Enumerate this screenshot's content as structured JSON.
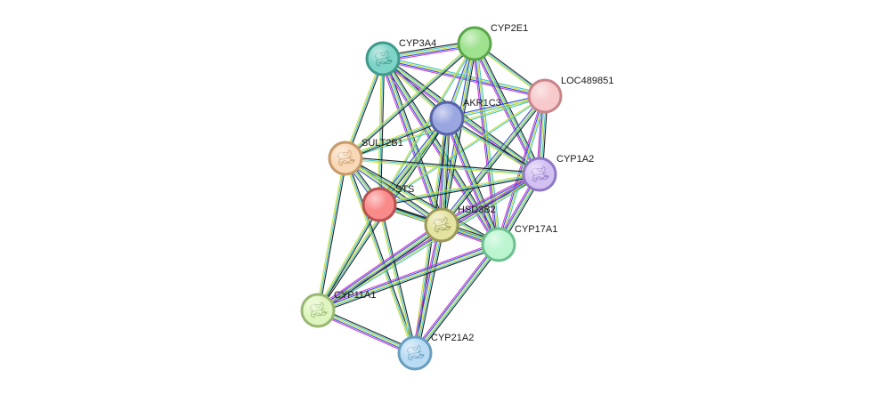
{
  "network": {
    "nodes": [
      {
        "id": "CYP3A4",
        "label": "CYP3A4",
        "fill": "#7fd4c8",
        "stroke": "#3f9a8c",
        "structure": true
      },
      {
        "id": "CYP2E1",
        "label": "CYP2E1",
        "fill": "#9ee28e",
        "stroke": "#5aa84a",
        "structure": false
      },
      {
        "id": "LOC489851",
        "label": "LOC489851",
        "fill": "#f7c9cb",
        "stroke": "#c8858a",
        "structure": false
      },
      {
        "id": "AKR1C3",
        "label": "AKR1C3",
        "fill": "#9aa6e0",
        "stroke": "#5863a8",
        "structure": false
      },
      {
        "id": "SULT2B1",
        "label": "SULT2B1",
        "fill": "#f8d8b6",
        "stroke": "#c89a6a",
        "structure": true
      },
      {
        "id": "CYP1A2",
        "label": "CYP1A2",
        "fill": "#d3c0f3",
        "stroke": "#8f78c4",
        "structure": true
      },
      {
        "id": "STS",
        "label": "STS",
        "fill": "#f98a8a",
        "stroke": "#b95050",
        "structure": false
      },
      {
        "id": "HSD3B2",
        "label": "HSD3B2",
        "fill": "#e5e3a0",
        "stroke": "#9a985a",
        "structure": true
      },
      {
        "id": "CYP17A1",
        "label": "CYP17A1",
        "fill": "#baf5d0",
        "stroke": "#6cc08e",
        "structure": false
      },
      {
        "id": "CYP11A1",
        "label": "CYP11A1",
        "fill": "#dff5bf",
        "stroke": "#98b872",
        "structure": true
      },
      {
        "id": "CYP21A2",
        "label": "CYP21A2",
        "fill": "#b9dcf4",
        "stroke": "#6a9ec0",
        "structure": true
      }
    ],
    "edges": [
      {
        "source": "CYP3A4",
        "target": "CYP2E1",
        "colors": [
          "#222222",
          "#4bc3c3",
          "#c8e040",
          "#3050e0",
          "#d040d0"
        ]
      },
      {
        "source": "CYP3A4",
        "target": "LOC489851",
        "colors": [
          "#4bc3c3",
          "#c8e040",
          "#3050e0",
          "#d040d0"
        ]
      },
      {
        "source": "CYP3A4",
        "target": "AKR1C3",
        "colors": [
          "#222222",
          "#4bc3c3",
          "#c8e040"
        ]
      },
      {
        "source": "CYP3A4",
        "target": "SULT2B1",
        "colors": [
          "#222222",
          "#4bc3c3",
          "#c8e040"
        ]
      },
      {
        "source": "CYP3A4",
        "target": "CYP1A2",
        "colors": [
          "#222222",
          "#4bc3c3",
          "#c8e040",
          "#3050e0",
          "#d040d0"
        ]
      },
      {
        "source": "CYP3A4",
        "target": "STS",
        "colors": [
          "#222222",
          "#4bc3c3",
          "#c8e040"
        ]
      },
      {
        "source": "CYP3A4",
        "target": "HSD3B2",
        "colors": [
          "#222222",
          "#4bc3c3",
          "#c8e040",
          "#3050e0",
          "#d040d0"
        ]
      },
      {
        "source": "CYP3A4",
        "target": "CYP17A1",
        "colors": [
          "#222222",
          "#4bc3c3",
          "#c8e040",
          "#3050e0",
          "#d040d0"
        ]
      },
      {
        "source": "CYP2E1",
        "target": "LOC489851",
        "colors": [
          "#222222",
          "#4bc3c3",
          "#c8e040"
        ]
      },
      {
        "source": "CYP2E1",
        "target": "AKR1C3",
        "colors": [
          "#4bc3c3",
          "#c8e040",
          "#3050e0"
        ]
      },
      {
        "source": "CYP2E1",
        "target": "SULT2B1",
        "colors": [
          "#222222",
          "#4bc3c3",
          "#c8e040"
        ]
      },
      {
        "source": "CYP2E1",
        "target": "CYP1A2",
        "colors": [
          "#222222",
          "#4bc3c3",
          "#c8e040",
          "#3050e0",
          "#d040d0"
        ]
      },
      {
        "source": "CYP2E1",
        "target": "STS",
        "colors": [
          "#4bc3c3",
          "#c8e040"
        ]
      },
      {
        "source": "CYP2E1",
        "target": "HSD3B2",
        "colors": [
          "#222222",
          "#4bc3c3",
          "#c8e040",
          "#3050e0"
        ]
      },
      {
        "source": "CYP2E1",
        "target": "CYP17A1",
        "colors": [
          "#4bc3c3",
          "#c8e040",
          "#3050e0",
          "#d040d0"
        ]
      },
      {
        "source": "LOC489851",
        "target": "AKR1C3",
        "colors": [
          "#4bc3c3",
          "#c8e040",
          "#3050e0"
        ]
      },
      {
        "source": "LOC489851",
        "target": "SULT2B1",
        "colors": [
          "#4bc3c3",
          "#c8e040"
        ]
      },
      {
        "source": "LOC489851",
        "target": "CYP1A2",
        "colors": [
          "#222222",
          "#4bc3c3",
          "#c8e040",
          "#3050e0",
          "#d040d0"
        ]
      },
      {
        "source": "LOC489851",
        "target": "STS",
        "colors": [
          "#4bc3c3",
          "#c8e040"
        ]
      },
      {
        "source": "LOC489851",
        "target": "HSD3B2",
        "colors": [
          "#222222",
          "#4bc3c3",
          "#c8e040",
          "#3050e0"
        ]
      },
      {
        "source": "LOC489851",
        "target": "CYP17A1",
        "colors": [
          "#4bc3c3",
          "#c8e040",
          "#3050e0",
          "#d040d0"
        ]
      },
      {
        "source": "AKR1C3",
        "target": "SULT2B1",
        "colors": [
          "#222222",
          "#4bc3c3",
          "#c8e040"
        ]
      },
      {
        "source": "AKR1C3",
        "target": "CYP1A2",
        "colors": [
          "#222222",
          "#4bc3c3",
          "#c8e040"
        ]
      },
      {
        "source": "AKR1C3",
        "target": "STS",
        "colors": [
          "#222222",
          "#4bc3c3",
          "#c8e040",
          "#3050e0"
        ]
      },
      {
        "source": "AKR1C3",
        "target": "HSD3B2",
        "colors": [
          "#222222",
          "#4bc3c3",
          "#c8e040",
          "#3050e0",
          "#d040d0"
        ]
      },
      {
        "source": "AKR1C3",
        "target": "CYP17A1",
        "colors": [
          "#222222",
          "#4bc3c3",
          "#c8e040",
          "#3050e0",
          "#d040d0"
        ]
      },
      {
        "source": "AKR1C3",
        "target": "CYP11A1",
        "colors": [
          "#222222",
          "#4bc3c3",
          "#c8e040"
        ]
      },
      {
        "source": "AKR1C3",
        "target": "CYP21A2",
        "colors": [
          "#222222",
          "#4bc3c3",
          "#c8e040"
        ]
      },
      {
        "source": "SULT2B1",
        "target": "CYP1A2",
        "colors": [
          "#222222",
          "#4bc3c3",
          "#c8e040"
        ]
      },
      {
        "source": "SULT2B1",
        "target": "STS",
        "colors": [
          "#222222",
          "#4bc3c3",
          "#c8e040",
          "#3050e0"
        ]
      },
      {
        "source": "SULT2B1",
        "target": "HSD3B2",
        "colors": [
          "#222222",
          "#4bc3c3",
          "#c8e040",
          "#3050e0"
        ]
      },
      {
        "source": "SULT2B1",
        "target": "CYP17A1",
        "colors": [
          "#222222",
          "#4bc3c3",
          "#c8e040"
        ]
      },
      {
        "source": "SULT2B1",
        "target": "CYP11A1",
        "colors": [
          "#222222",
          "#4bc3c3",
          "#c8e040"
        ]
      },
      {
        "source": "SULT2B1",
        "target": "CYP21A2",
        "colors": [
          "#222222",
          "#4bc3c3",
          "#c8e040"
        ]
      },
      {
        "source": "CYP1A2",
        "target": "STS",
        "colors": [
          "#222222",
          "#4bc3c3",
          "#c8e040"
        ]
      },
      {
        "source": "CYP1A2",
        "target": "HSD3B2",
        "colors": [
          "#222222",
          "#4bc3c3",
          "#c8e040",
          "#3050e0",
          "#d040d0"
        ]
      },
      {
        "source": "CYP1A2",
        "target": "CYP17A1",
        "colors": [
          "#222222",
          "#4bc3c3",
          "#c8e040",
          "#3050e0",
          "#d040d0"
        ]
      },
      {
        "source": "CYP1A2",
        "target": "CYP11A1",
        "colors": [
          "#4bc3c3",
          "#c8e040",
          "#3050e0",
          "#d040d0"
        ]
      },
      {
        "source": "STS",
        "target": "HSD3B2",
        "colors": [
          "#222222",
          "#4bc3c3",
          "#c8e040",
          "#3050e0"
        ]
      },
      {
        "source": "STS",
        "target": "CYP17A1",
        "colors": [
          "#222222",
          "#4bc3c3",
          "#c8e040"
        ]
      },
      {
        "source": "STS",
        "target": "CYP11A1",
        "colors": [
          "#222222",
          "#4bc3c3",
          "#c8e040"
        ]
      },
      {
        "source": "STS",
        "target": "CYP21A2",
        "colors": [
          "#222222",
          "#4bc3c3",
          "#c8e040"
        ]
      },
      {
        "source": "HSD3B2",
        "target": "CYP17A1",
        "colors": [
          "#222222",
          "#4bc3c3",
          "#c8e040",
          "#3050e0",
          "#d040d0"
        ]
      },
      {
        "source": "HSD3B2",
        "target": "CYP11A1",
        "colors": [
          "#222222",
          "#4bc3c3",
          "#c8e040",
          "#3050e0",
          "#d040d0"
        ]
      },
      {
        "source": "HSD3B2",
        "target": "CYP21A2",
        "colors": [
          "#222222",
          "#4bc3c3",
          "#c8e040",
          "#3050e0",
          "#d040d0"
        ]
      },
      {
        "source": "CYP17A1",
        "target": "CYP11A1",
        "colors": [
          "#222222",
          "#4bc3c3",
          "#c8e040",
          "#3050e0",
          "#d040d0"
        ]
      },
      {
        "source": "CYP17A1",
        "target": "CYP21A2",
        "colors": [
          "#222222",
          "#4bc3c3",
          "#c8e040",
          "#3050e0",
          "#d040d0"
        ]
      },
      {
        "source": "CYP11A1",
        "target": "CYP21A2",
        "colors": [
          "#222222",
          "#4bc3c3",
          "#c8e040",
          "#3050e0",
          "#d040d0"
        ]
      }
    ]
  }
}
